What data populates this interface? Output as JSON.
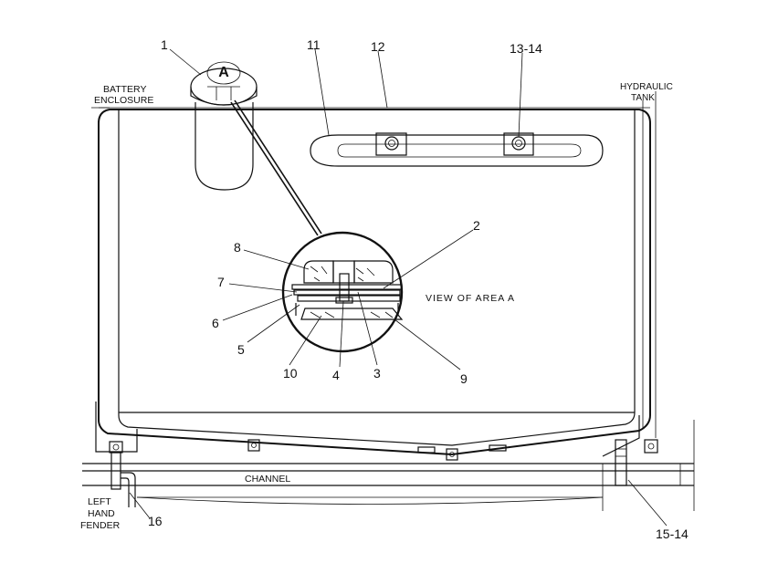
{
  "callouts": {
    "c1": "1",
    "c2": "2",
    "c3": "3",
    "c4": "4",
    "c5": "5",
    "c6": "6",
    "c7": "7",
    "c8": "8",
    "c9": "9",
    "c10": "10",
    "c11": "11",
    "c12": "12",
    "c13_14": "13-14",
    "c15_14": "15-14",
    "c16": "16"
  },
  "labels": {
    "battery_line1": "BATTERY",
    "battery_line2": "ENCLOSURE",
    "hydraulic_line1": "HYDRAULIC",
    "hydraulic_line2": "TANK",
    "channel": "CHANNEL",
    "left_line1": "LEFT",
    "left_line2": "HAND",
    "left_line3": "FENDER",
    "view": "VIEW OF AREA A",
    "cap_letter": "A"
  }
}
